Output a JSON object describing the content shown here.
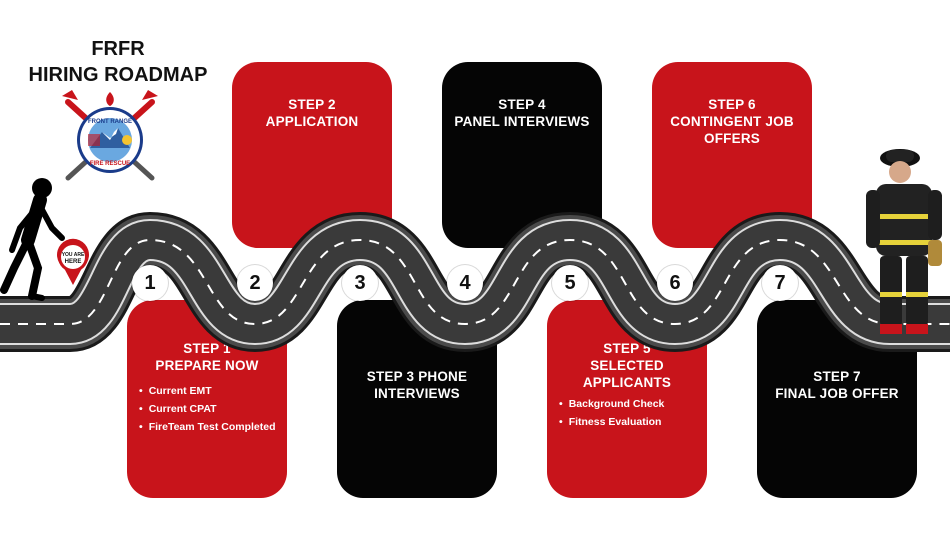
{
  "title": {
    "line1": "FRFR",
    "line2": "HIRING ROADMAP"
  },
  "badge": {
    "lines": [
      "YOU ARE",
      "HERE"
    ]
  },
  "logo": {
    "top_text": "FRONT RANGE",
    "bottom_text": "FIRE RESCUE"
  },
  "steps": [
    {
      "number": "1",
      "heading_lines": [
        "STEP 1",
        "PREPARE NOW"
      ],
      "bullets": [
        "Current EMT",
        "Current CPAT",
        "FireTeam Test Completed"
      ]
    },
    {
      "number": "2",
      "heading_lines": [
        "STEP 2",
        "APPLICATION"
      ],
      "bullets": []
    },
    {
      "number": "3",
      "heading_lines": [
        "STEP 3 PHONE",
        "INTERVIEWS"
      ],
      "bullets": []
    },
    {
      "number": "4",
      "heading_lines": [
        "STEP 4",
        "PANEL INTERVIEWS"
      ],
      "bullets": []
    },
    {
      "number": "5",
      "heading_lines": [
        "STEP 5",
        "SELECTED",
        "APPLICANTS"
      ],
      "bullets": [
        "Background Check",
        "Fitness Evaluation"
      ]
    },
    {
      "number": "6",
      "heading_lines": [
        "STEP 6",
        "CONTINGENT JOB",
        "OFFERS"
      ],
      "bullets": []
    },
    {
      "number": "7",
      "heading_lines": [
        "STEP 7",
        "FINAL JOB OFFER"
      ],
      "bullets": []
    }
  ],
  "colors": {
    "red": "#c8141b",
    "black": "#050505",
    "road": "#3a3a3a",
    "road_edge": "#1a1a1a",
    "lane_mark": "#ffffff"
  },
  "icons": [
    "walking-person-icon",
    "you-are-here-pin-icon",
    "fire-rescue-logo-icon",
    "firefighter-icon"
  ]
}
